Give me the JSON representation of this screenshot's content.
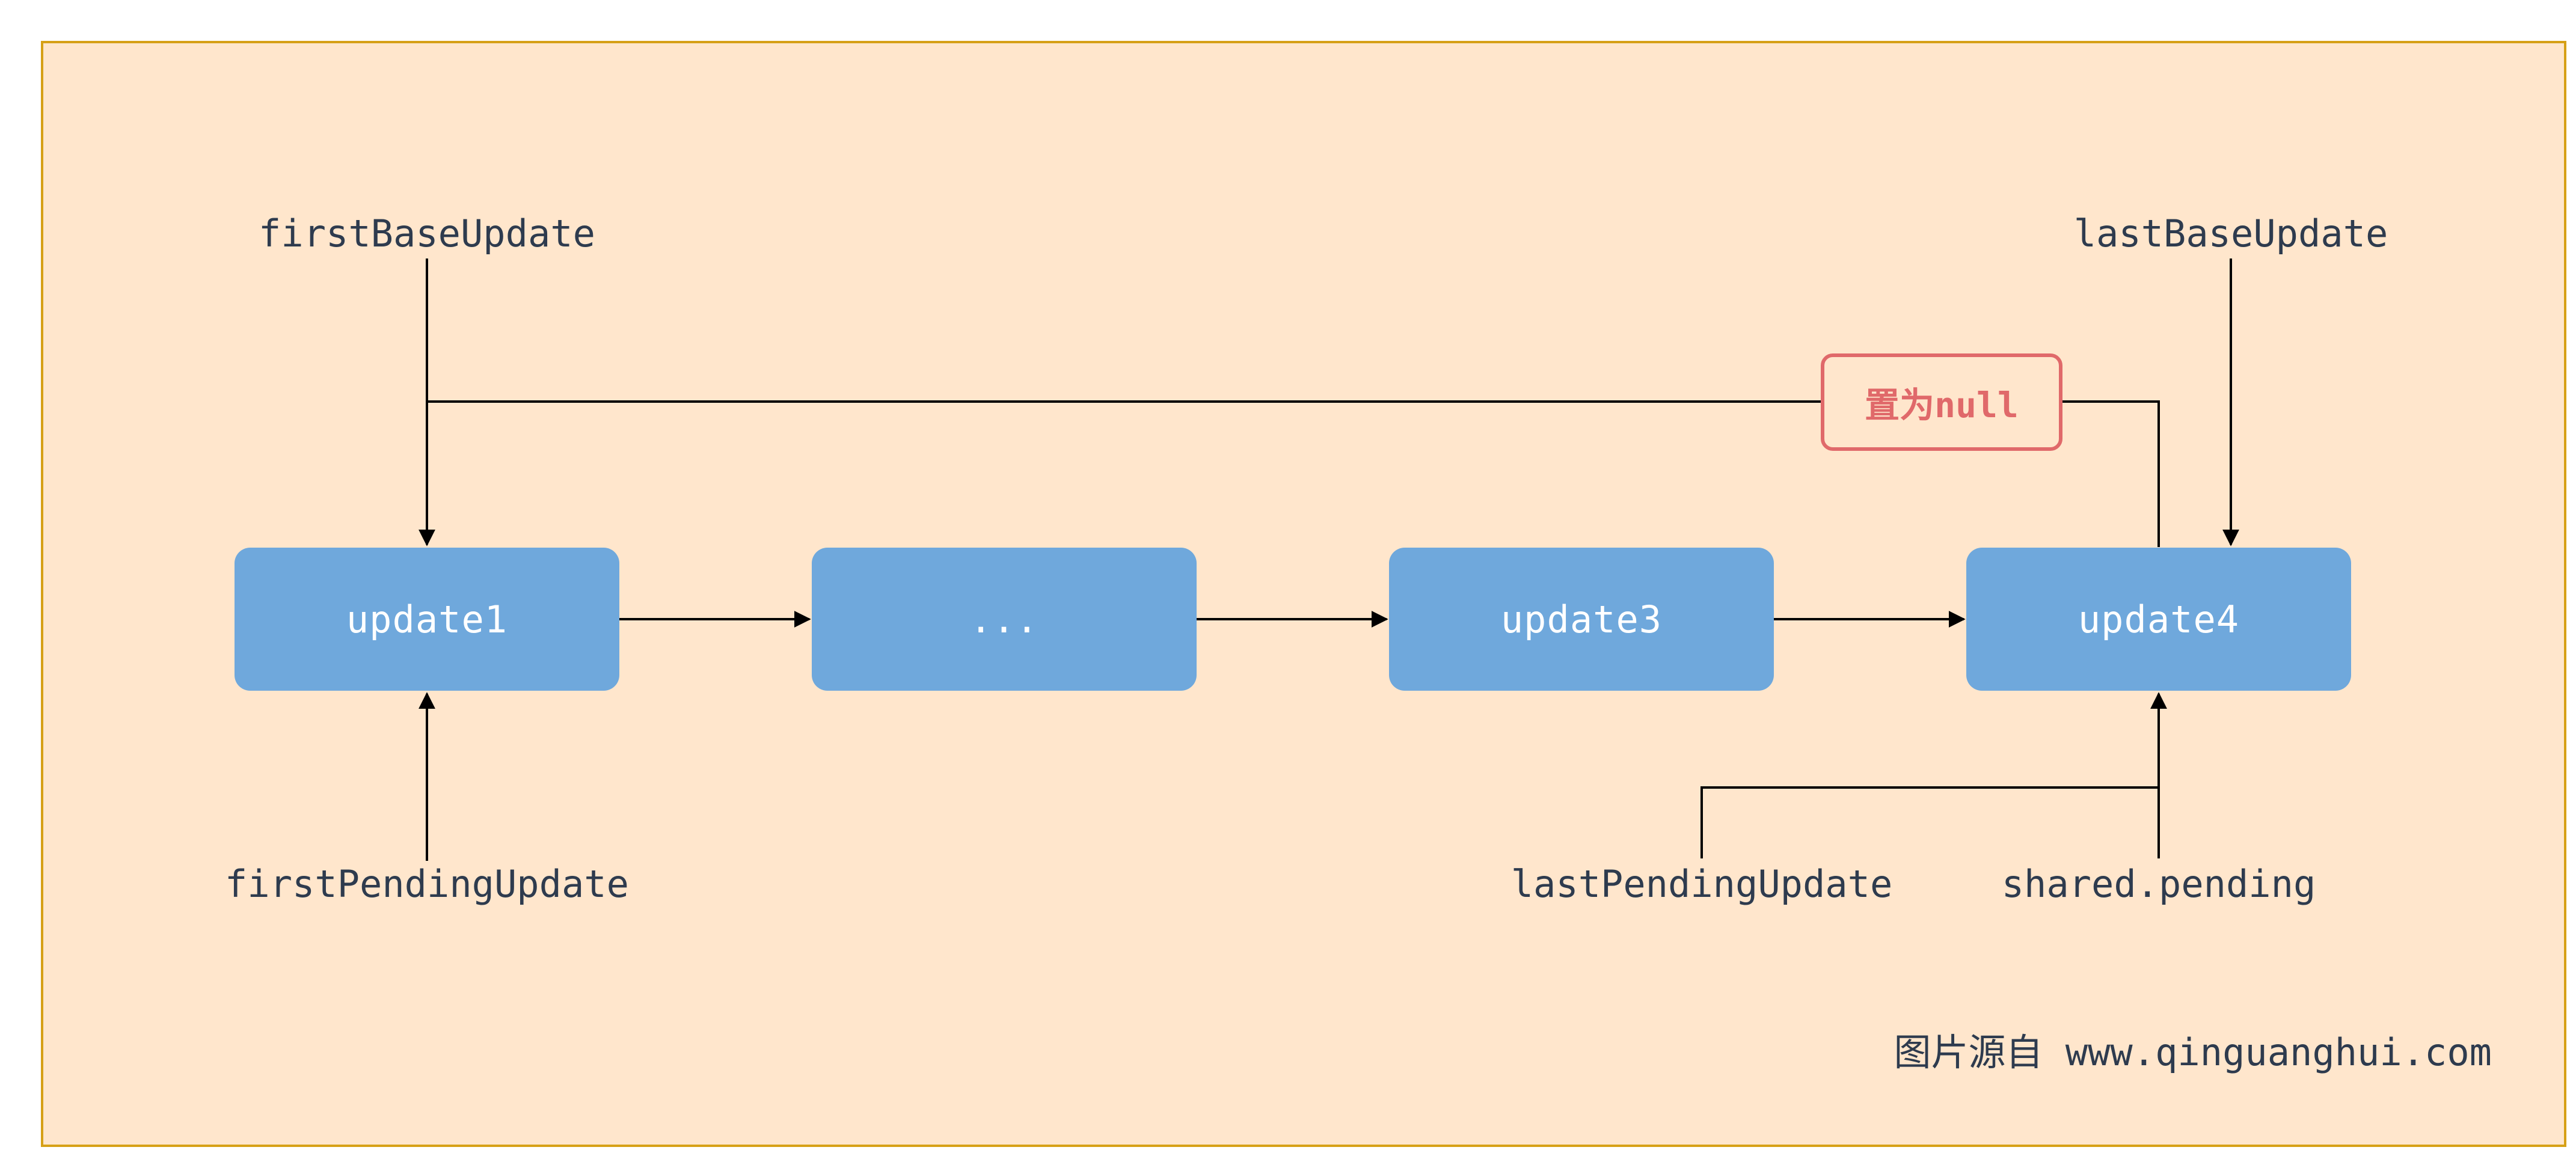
{
  "nodes": [
    {
      "label": "update1"
    },
    {
      "label": "..."
    },
    {
      "label": "update3"
    },
    {
      "label": "update4"
    }
  ],
  "pointers": {
    "first_base": "firstBaseUpdate",
    "last_base": "lastBaseUpdate",
    "first_pending": "firstPendingUpdate",
    "last_pending": "lastPendingUpdate",
    "shared_pending": "shared.pending"
  },
  "null_label": "置为null",
  "source_credit": "图片源自 www.qinguanghui.com",
  "colors": {
    "background": "#ffe6cc",
    "border": "#d6a016",
    "node": "#6fa8dc",
    "null_badge": "#e0696a",
    "text": "#2e3b4e"
  }
}
